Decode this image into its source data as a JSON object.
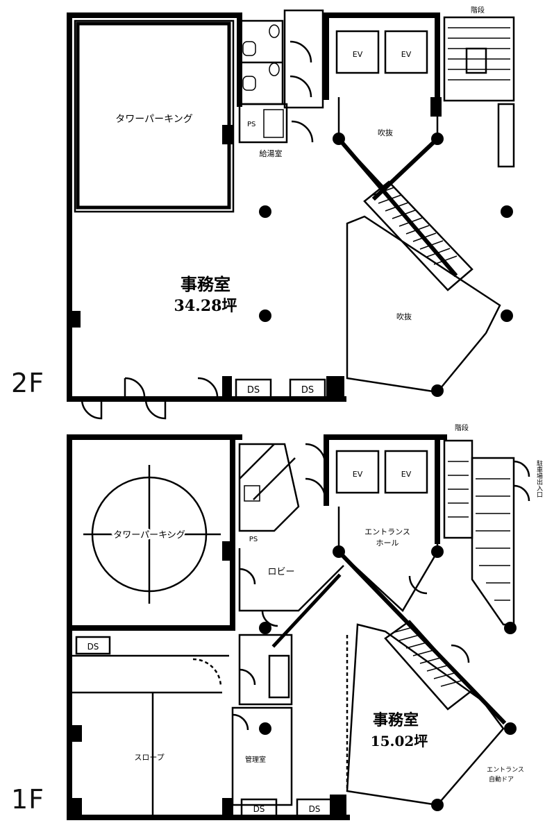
{
  "floors": {
    "second": {
      "tag": "2F",
      "rooms": {
        "tower_parking": "タワーパーキング",
        "office_name": "事務室",
        "office_area": "34.28坪",
        "balcony_upper": "吹抜",
        "balcony_lower": "吹抜",
        "ev_left": "EV",
        "ev_right": "EV",
        "ps": "PS",
        "kitchen": "給湯室",
        "stair_note": "階段",
        "ds_left": "DS",
        "ds_right": "DS"
      }
    },
    "first": {
      "tag": "1F",
      "rooms": {
        "tower_parking": "タワーパーキング",
        "office_name": "事務室",
        "office_area": "15.02坪",
        "entrance_hall_l1": "エントランス",
        "entrance_hall_l2": "ホール",
        "lobby": "ロビー",
        "slope": "スロープ",
        "management": "管理室",
        "ev_left": "EV",
        "ev_right": "EV",
        "ds_left": "DS",
        "ds_mid": "DS",
        "ds_right": "DS",
        "entrance_door_l1": "エントランス",
        "entrance_door_l2": "自動ドア",
        "side_label": "階段",
        "right_label": "駐車場出入口"
      }
    }
  }
}
